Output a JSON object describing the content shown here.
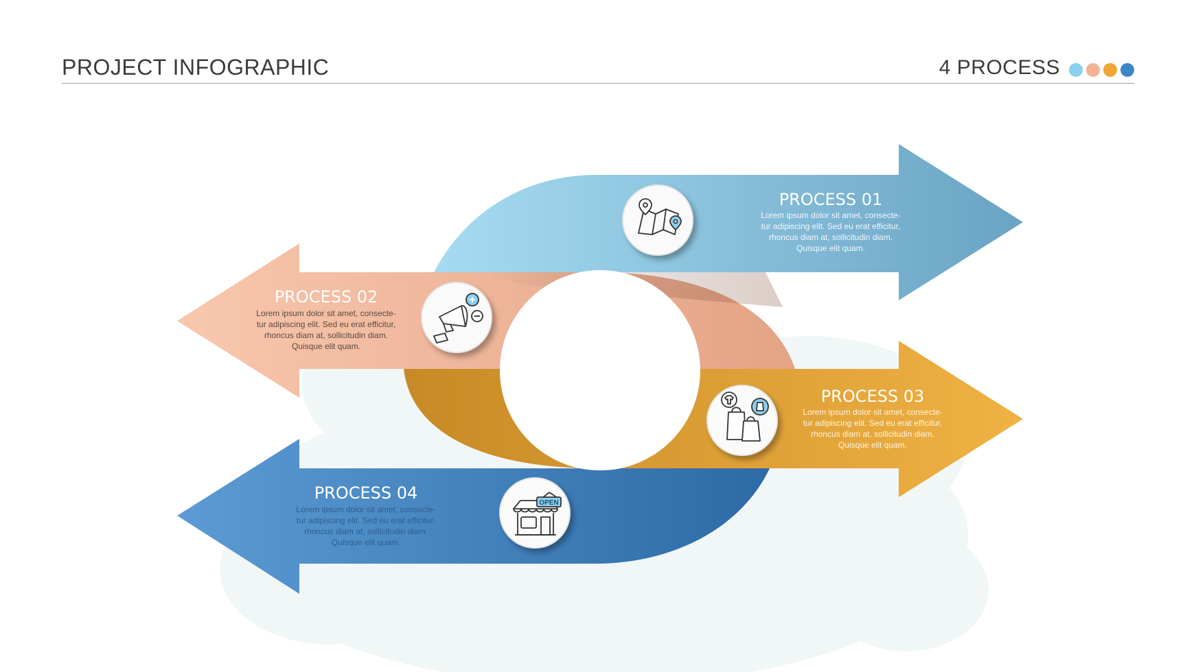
{
  "header": {
    "title": "PROJECT INFOGRAPHIC",
    "subtitle": "4 PROCESS",
    "dot_colors": [
      "#8ccfee",
      "#f3b295",
      "#eea735",
      "#3d86c6"
    ]
  },
  "processes": [
    {
      "title": "PROCESS 01",
      "desc": [
        "Lorem ipsum dolor sit amet, consecte-",
        "tur adipiscing elit. Sed eu erat efficitur,",
        "rhoncus diam at, sollicitudin diam.",
        "Quisque elit quam."
      ],
      "icon": "map-icon",
      "color": "#7fb6d6"
    },
    {
      "title": "PROCESS 02",
      "desc": [
        "Lorem ipsum dolor sit amet, consecte-",
        "tur adipiscing elit. Sed eu erat efficitur,",
        "rhoncus diam at, sollicitudin diam.",
        "Quisque elit quam."
      ],
      "icon": "megaphone-icon",
      "color": "#eeb196"
    },
    {
      "title": "PROCESS 03",
      "desc": [
        "Lorem ipsum dolor sit amet, consecte-",
        "tur adipiscing elit. Sed eu erat efficitur,",
        "rhoncus diam at, sollicitudin diam.",
        "Quisque elit quam."
      ],
      "icon": "shopping-bags-icon",
      "color": "#e6a338"
    },
    {
      "title": "PROCESS 04",
      "desc": [
        "Lorem ipsum dolor sit amet, consecte-",
        "tur adipiscing elit. Sed eu erat efficitur,",
        "rhoncus diam at, sollicitudin diam.",
        "Quisque elit quam."
      ],
      "icon": "store-open-icon",
      "icon_label": "OPEN",
      "color": "#3f86c4"
    }
  ]
}
